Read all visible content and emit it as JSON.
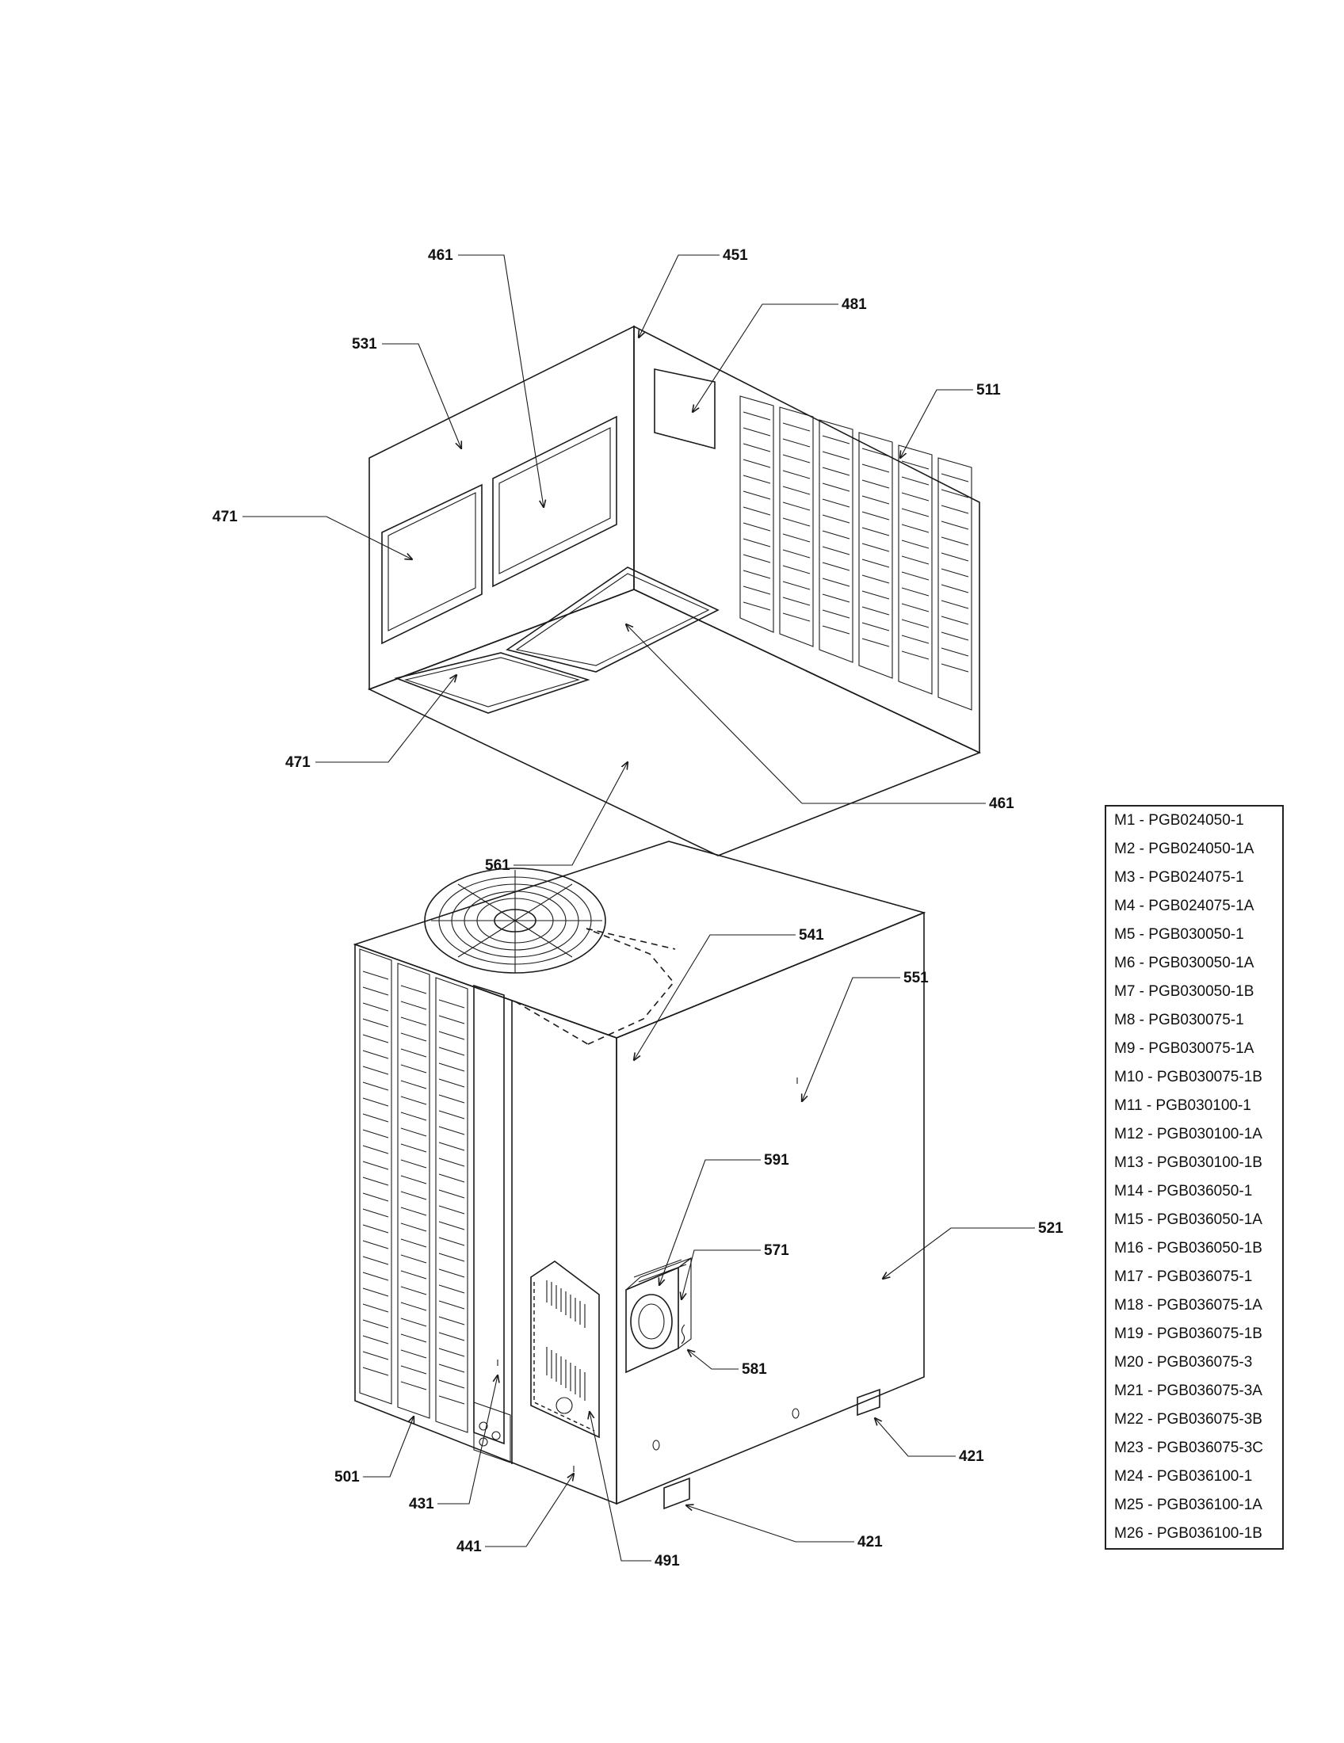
{
  "callouts": {
    "c461_top": "461",
    "c451": "451",
    "c481": "481",
    "c531": "531",
    "c511": "511",
    "c471_side": "471",
    "c471_bottom": "471",
    "c461_right": "461",
    "c561": "561",
    "c541": "541",
    "c551": "551",
    "c591": "591",
    "c521": "521",
    "c571": "571",
    "c581": "581",
    "c421_a": "421",
    "c421_b": "421",
    "c501": "501",
    "c431": "431",
    "c441": "441",
    "c491": "491"
  },
  "model_list": [
    "M1 - PGB024050-1",
    "M2 - PGB024050-1A",
    "M3 - PGB024075-1",
    "M4 - PGB024075-1A",
    "M5 - PGB030050-1",
    "M6 - PGB030050-1A",
    "M7 - PGB030050-1B",
    "M8 - PGB030075-1",
    "M9 - PGB030075-1A",
    "M10 - PGB030075-1B",
    "M11 - PGB030100-1",
    "M12 - PGB030100-1A",
    "M13 - PGB030100-1B",
    "M14 - PGB036050-1",
    "M15 - PGB036050-1A",
    "M16 - PGB036050-1B",
    "M17 - PGB036075-1",
    "M18 - PGB036075-1A",
    "M19 - PGB036075-1B",
    "M20 - PGB036075-3",
    "M21 - PGB036075-3A",
    "M22 - PGB036075-3B",
    "M23 - PGB036075-3C",
    "M24 - PGB036100-1",
    "M25 - PGB036100-1A",
    "M26 - PGB036100-1B"
  ]
}
